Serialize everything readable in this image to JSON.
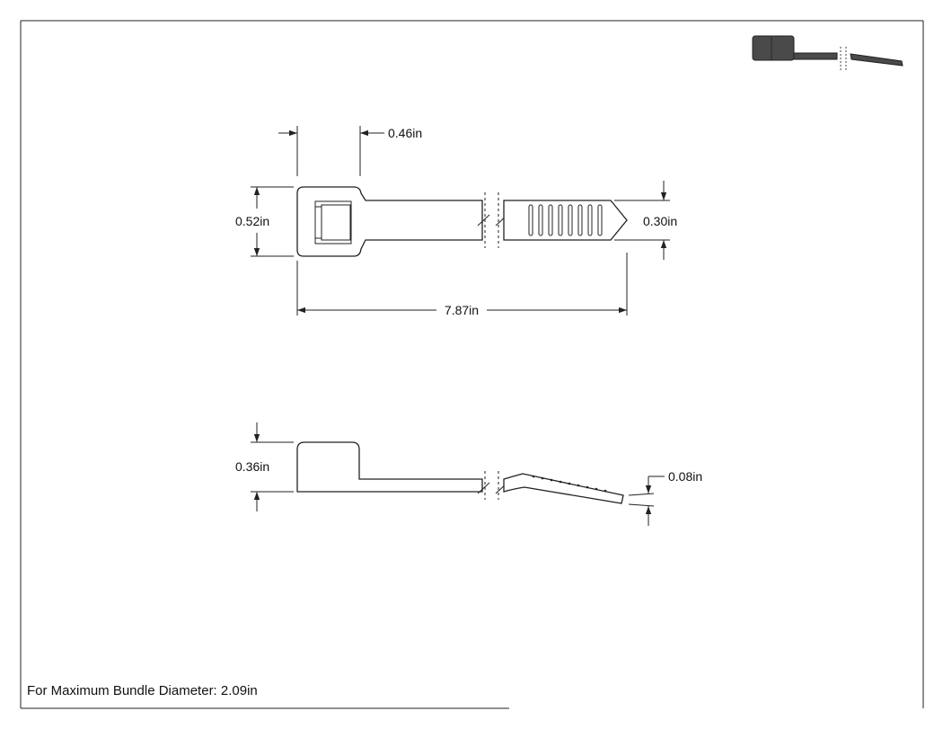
{
  "dimensions": {
    "head_length": "0.46in",
    "head_width": "0.52in",
    "tip_width": "0.30in",
    "overall_length": "7.87in",
    "head_height": "0.36in",
    "strap_thickness": "0.08in"
  },
  "note": "For Maximum Bundle Diameter: 2.09in",
  "colors": {
    "line": "#222222",
    "thumbnail_fill": "#4a4a4a"
  }
}
